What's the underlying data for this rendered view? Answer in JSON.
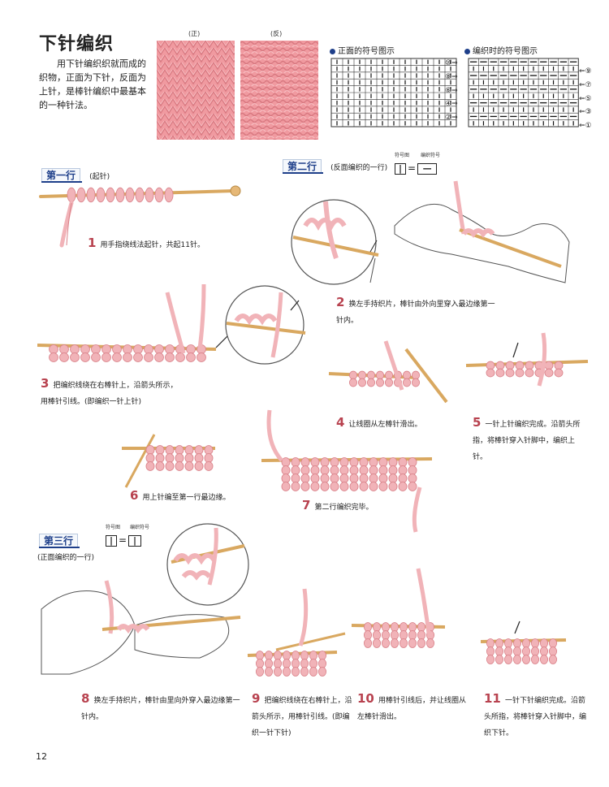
{
  "page": {
    "title": "下针编织",
    "intro": "用下针编织织就而成的织物，正面为下针，反面为上针，是棒针编织中最基本的一种针法。",
    "page_number": "12"
  },
  "swatches": {
    "front_label": "(正)",
    "back_label": "(反)",
    "color": "#f09aa0"
  },
  "symbol_charts": {
    "front_title": "正面的符号图示",
    "knit_title": "编织时的符号图示",
    "left_markers": [
      "⑩",
      "⑧",
      "⑥",
      "④",
      "②"
    ],
    "right_markers": [
      "⑨",
      "⑦",
      "⑤",
      "③",
      "①"
    ]
  },
  "rows": {
    "row1": {
      "label": "第一行",
      "note": "(起针)"
    },
    "row2": {
      "label": "第二行",
      "note": "(反面编织的一行)",
      "sym_label_a": "符号图",
      "sym_label_b": "编织符号",
      "equals": "="
    },
    "row3": {
      "label": "第三行",
      "note": "(正面编织的一行)",
      "sym_label_a": "符号图",
      "sym_label_b": "编织符号",
      "equals": "="
    }
  },
  "steps": [
    {
      "num": "1",
      "text": "用手指绕线法起针，共起11针。"
    },
    {
      "num": "2",
      "text": "换左手持织片，棒针由外向里穿入最边缘第一针内。"
    },
    {
      "num": "3",
      "text": "把编织线绕在右棒针上，沿箭头所示，用棒针引线。(即编织一针上针)"
    },
    {
      "num": "4",
      "text": "让线圈从左棒针滑出。"
    },
    {
      "num": "5",
      "text": "一针上针编织完成。沿箭头所指，将棒针穿入针脚中，编织上针。"
    },
    {
      "num": "6",
      "text": "用上针编至第一行最边缘。"
    },
    {
      "num": "7",
      "text": "第二行编织完毕。"
    },
    {
      "num": "8",
      "text": "换左手持织片，棒针由里向外穿入最边缘第一针内。"
    },
    {
      "num": "9",
      "text": "把编织线绕在右棒针上，沿箭头所示，用棒针引线。(即编织一针下针)"
    },
    {
      "num": "10",
      "text": "用棒针引线后，并让线圈从左棒针滑出。"
    },
    {
      "num": "11",
      "text": "一针下针编织完成。沿箭头所指，将棒针穿入针脚中，编织下针。"
    }
  ],
  "colors": {
    "accent": "#1e3f8a",
    "step": "#b8424f",
    "yarn": "#f1b3b8",
    "yarn_dark": "#d98088",
    "needle": "#d9a860"
  }
}
